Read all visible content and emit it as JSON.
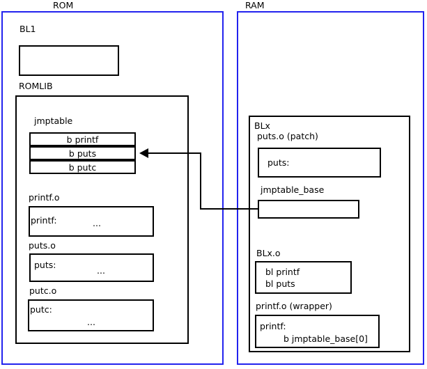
{
  "diagram": {
    "title_rom": "ROM",
    "title_ram": "RAM"
  },
  "rom": {
    "label": "ROM",
    "bl1": {
      "label": "BL1",
      "body": ""
    },
    "romlib": {
      "label": "ROMLIB",
      "jmptable": {
        "label": "jmptable",
        "rows": [
          "b printf",
          "b puts",
          "b putc"
        ]
      },
      "objects": [
        {
          "label": "printf.o",
          "symbol": "printf:",
          "ellipsis": "..."
        },
        {
          "label": "puts.o",
          "symbol": "puts:",
          "ellipsis": "..."
        },
        {
          "label": "putc.o",
          "symbol": "putc:",
          "ellipsis": "..."
        }
      ]
    }
  },
  "ram": {
    "label": "RAM",
    "blx": {
      "label": "BLx",
      "puts_patch": {
        "label": "puts.o (patch)",
        "symbol": "puts:"
      },
      "jmptable_base": {
        "label": "jmptable_base",
        "body": ""
      },
      "blx_o": {
        "label": "BLx.o",
        "line1": "bl printf",
        "line2": "bl puts"
      },
      "printf_wrapper": {
        "label": "printf.o (wrapper)",
        "symbol": "printf:",
        "branch": "b jmptable_base[0]"
      }
    }
  },
  "connector": {
    "name": "jmptable-base-to-b-puts-arrow",
    "from": "jmptable_base",
    "to": "b puts"
  },
  "colors": {
    "region_border": "#2222ee",
    "box_border": "#000000",
    "background": "#ffffff",
    "text": "#000000"
  }
}
